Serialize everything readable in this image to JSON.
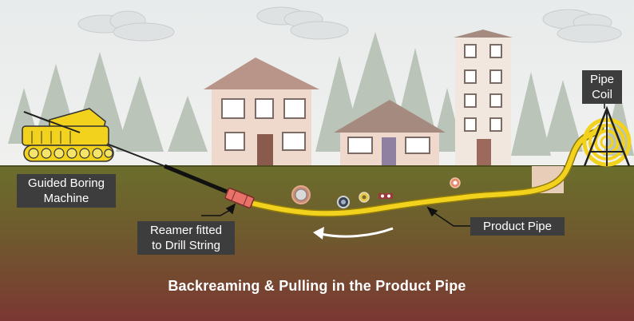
{
  "labels": {
    "machine": [
      "Guided Boring",
      "Machine"
    ],
    "reamer": [
      "Reamer fitted",
      "to Drill String"
    ],
    "product_pipe": "Product Pipe",
    "pipe_coil": [
      "Pipe",
      "Coil"
    ]
  },
  "caption": "Backreaming & Pulling in the Product Pipe",
  "colors": {
    "sky": "#e9ecec",
    "soil_top": "#6c6d2c",
    "soil_bottom": "#7a3a34",
    "pipe": "#f2d21c",
    "drill_string": "#111111",
    "reamer": "#e8716a",
    "label_bg": "#3d3d3d",
    "house_wall": "#eed9cc",
    "roof": "#b99488",
    "tree": "#bcc5bb"
  }
}
